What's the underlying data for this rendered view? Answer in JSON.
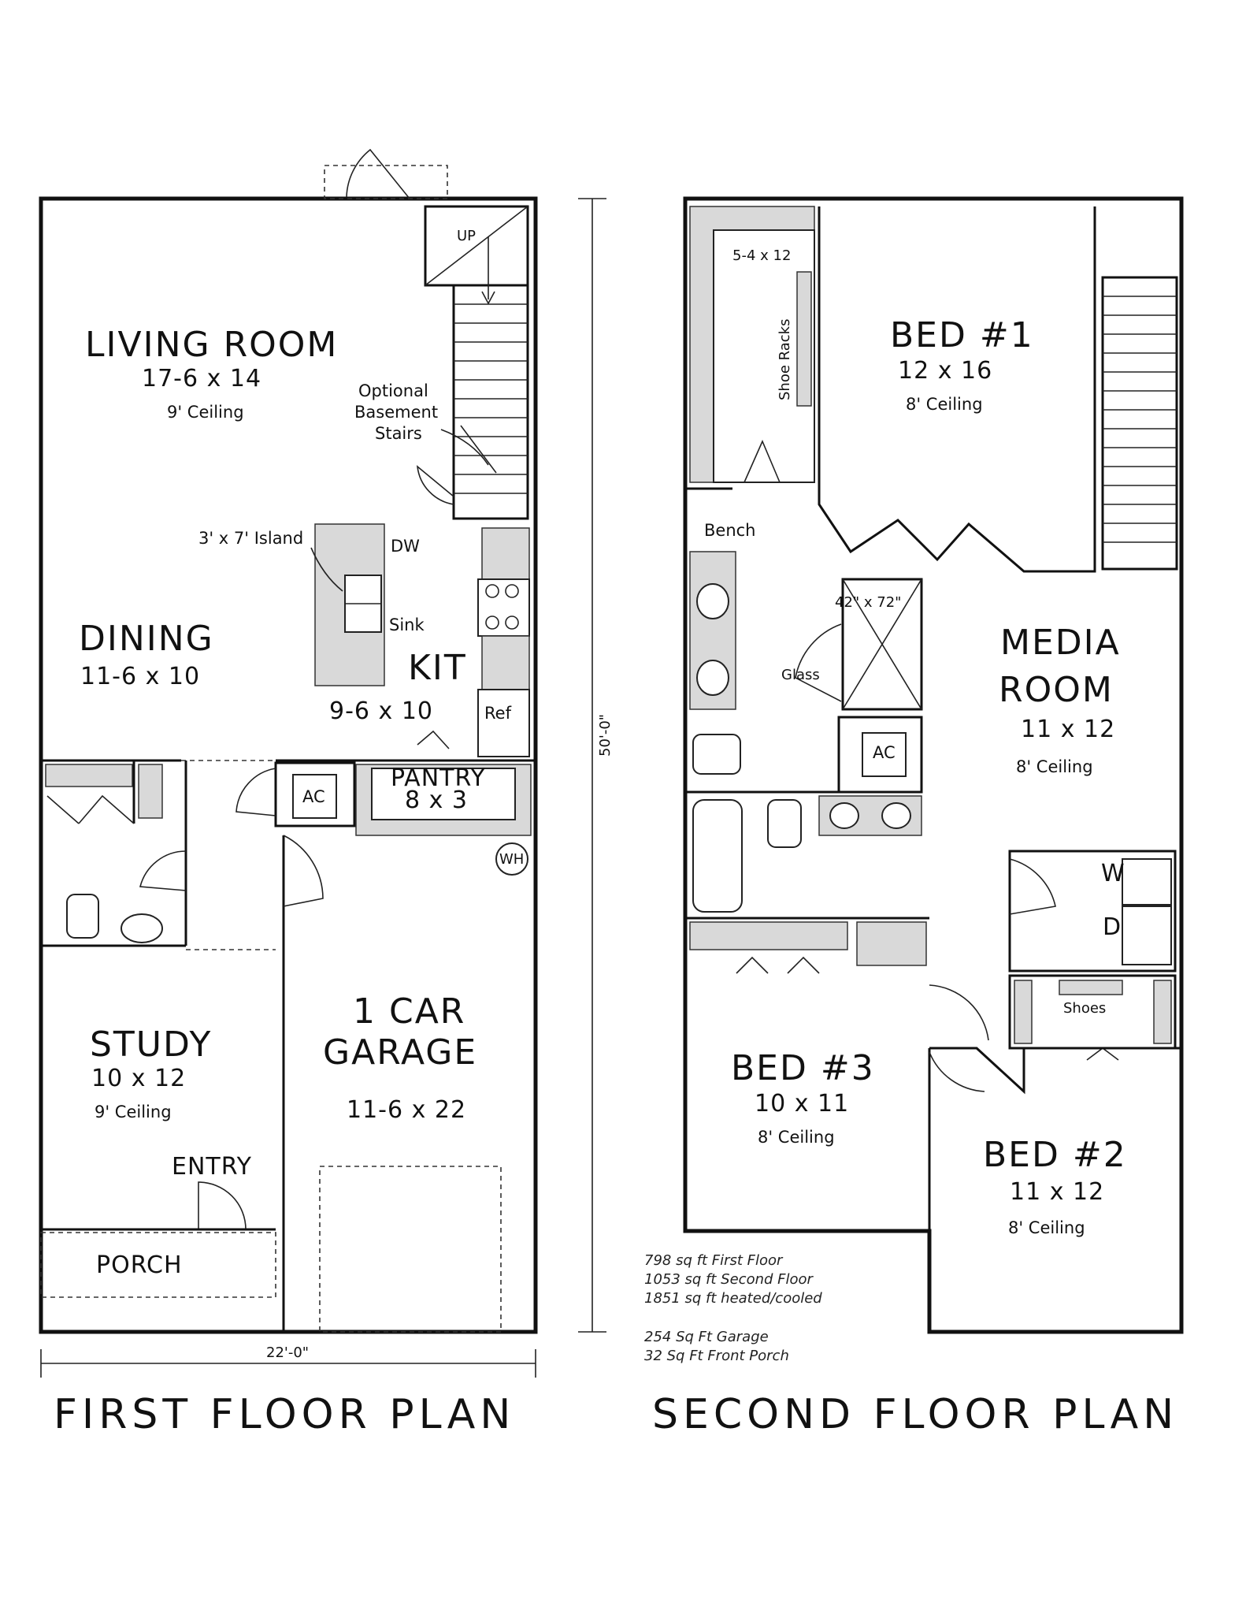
{
  "first_floor": {
    "title": "FIRST FLOOR PLAN",
    "width_dim": "22'-0\"",
    "depth_dim": "50'-0\"",
    "stairs_up": "UP",
    "stairs_note": [
      "Optional",
      "Basement",
      "Stairs"
    ],
    "living": {
      "name": "LIVING ROOM",
      "size": "17-6 x 14",
      "ceiling": "9' Ceiling"
    },
    "island": "3' x 7' Island",
    "dw": "DW",
    "sink": "Sink",
    "dining": {
      "name": "DINING",
      "size": "11-6 x 10"
    },
    "kitchen": {
      "name": "KIT",
      "size": "9-6 x 10"
    },
    "ref": "Ref",
    "pantry": {
      "name": "PANTRY",
      "size": "8 x 3"
    },
    "ac": "AC",
    "wh": "WH",
    "study": {
      "name": "STUDY",
      "size": "10 x 12",
      "ceiling": "9' Ceiling"
    },
    "garage": {
      "name_line1": "1 CAR",
      "name_line2": "GARAGE",
      "size": "11-6 x 22"
    },
    "entry": "ENTRY",
    "porch": "PORCH"
  },
  "second_floor": {
    "title": "SECOND FLOOR PLAN",
    "closet_size": "5-4 x 12",
    "shoe_racks": "Shoe Racks",
    "bed1": {
      "name": "BED #1",
      "size": "12 x 16",
      "ceiling": "8' Ceiling"
    },
    "bench": "Bench",
    "shower": "42\" x 72\"",
    "glass": "Glass",
    "ac": "AC",
    "media": {
      "name_line1": "MEDIA",
      "name_line2": "ROOM",
      "size": "11 x 12",
      "ceiling": "8' Ceiling"
    },
    "washer": "W",
    "dryer": "D",
    "shoes": "Shoes",
    "bed3": {
      "name": "BED #3",
      "size": "10 x 11",
      "ceiling": "8' Ceiling"
    },
    "bed2": {
      "name": "BED #2",
      "size": "11 x 12",
      "ceiling": "8' Ceiling"
    }
  },
  "stats": [
    "798 sq ft First Floor",
    "1053 sq ft Second Floor",
    "1851 sq ft heated/cooled",
    "254 Sq Ft Garage",
    "32 Sq Ft Front Porch"
  ]
}
